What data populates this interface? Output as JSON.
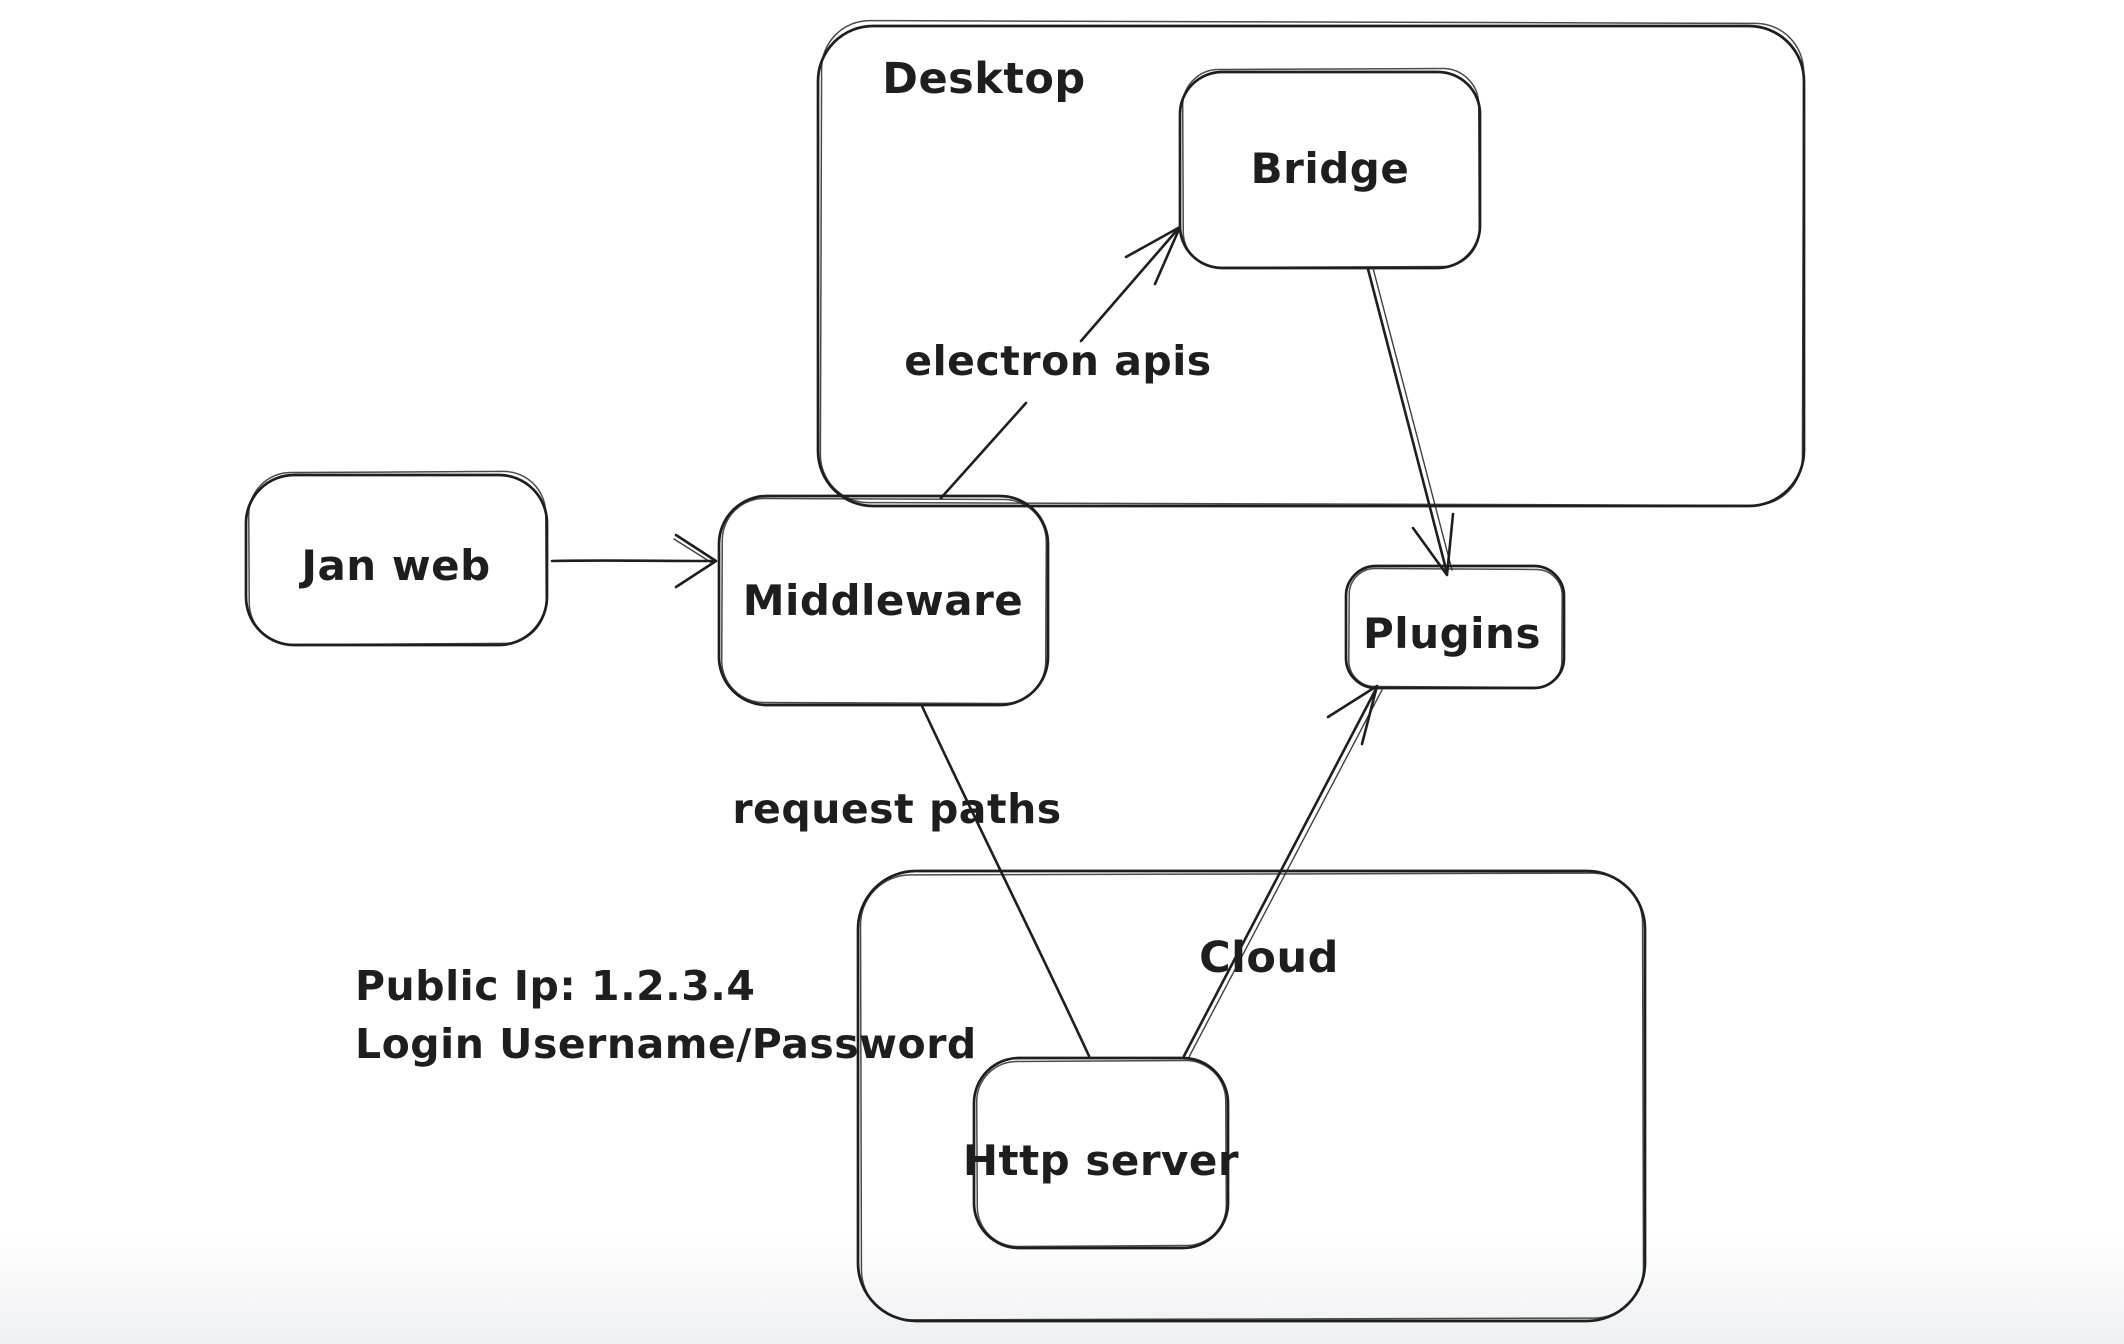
{
  "colors": {
    "stroke": "#1e1e1e",
    "background": "#ffffff",
    "background_fade_bottom": "#eff0f2"
  },
  "diagram": {
    "style": "hand-drawn sketch (whiteboard)",
    "containers": [
      {
        "id": "desktop",
        "label": "Desktop",
        "contains": [
          "Bridge"
        ]
      },
      {
        "id": "cloud",
        "label": "Cloud",
        "contains": [
          "Http server"
        ]
      }
    ],
    "nodes": [
      {
        "id": "jan-web",
        "label": "Jan web"
      },
      {
        "id": "middleware",
        "label": "Middleware"
      },
      {
        "id": "bridge",
        "label": "Bridge"
      },
      {
        "id": "plugins",
        "label": "Plugins"
      },
      {
        "id": "http-server",
        "label": "Http server"
      }
    ],
    "edges": [
      {
        "from": "Jan web",
        "to": "Middleware",
        "label": "",
        "arrowhead": "end"
      },
      {
        "from": "Middleware",
        "to": "Bridge",
        "label": "electron apis",
        "arrowhead": "end"
      },
      {
        "from": "Bridge",
        "to": "Plugins",
        "label": "",
        "arrowhead": "end"
      },
      {
        "from": "Middleware",
        "to": "Http server",
        "label": "request paths",
        "arrowhead": "none"
      },
      {
        "from": "Http server",
        "to": "Plugins",
        "label": "",
        "arrowhead": "end"
      }
    ],
    "annotations": [
      {
        "text": "Public Ip: 1.2.3.4"
      },
      {
        "text": "Login Username/Password"
      }
    ]
  }
}
